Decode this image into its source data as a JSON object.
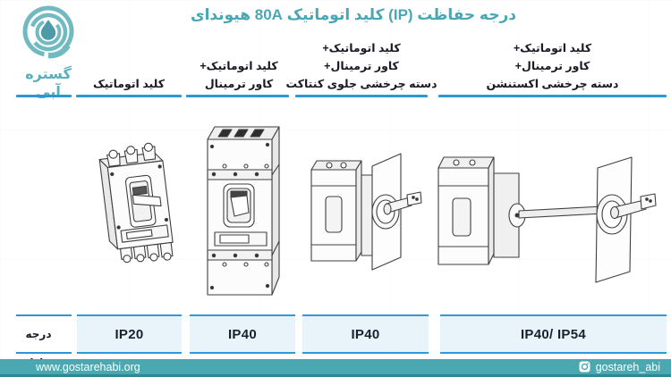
{
  "page": {
    "title": "درجه حفاظت (IP) کلید اتوماتیک 80A هیوندای"
  },
  "logo": {
    "name": "گستره آبی",
    "icon": "water-drop-spiral-icon",
    "color": "#6fb7bf"
  },
  "colors": {
    "title_teal": "#49a7b3",
    "line_blue": "#2e97d3",
    "ip_box_fill": "#e9f4fa",
    "footer_teal": "#4aa9b0",
    "text_dark": "#1a1a24"
  },
  "columns": [
    {
      "header_lines": [
        "کلید اتوماتیک"
      ],
      "image": "mccb-basic",
      "ip_rating": "IP20"
    },
    {
      "header_lines": [
        "کلید اتوماتیک+",
        "کاور ترمینال"
      ],
      "image": "mccb-with-terminal-cover",
      "ip_rating": "IP40"
    },
    {
      "header_lines": [
        "کلید اتوماتیک+",
        "کاور ترمینال+",
        "دسته چرخشی جلوی کنتاکت"
      ],
      "image": "mccb-front-rotary-handle",
      "ip_rating": "IP40"
    },
    {
      "header_lines": [
        "کلید اتوماتیک+",
        "کاور ترمینال+",
        "دسته چرخشی اکستنشن"
      ],
      "image": "mccb-extension-rotary-handle",
      "ip_rating": "IP40/ IP54"
    }
  ],
  "ip_row_label": "درجه حفاظت",
  "footer": {
    "website": "www.gostarehabi.org",
    "instagram": "gostareh_abi",
    "instagram_icon": "instagram-camera-icon"
  }
}
